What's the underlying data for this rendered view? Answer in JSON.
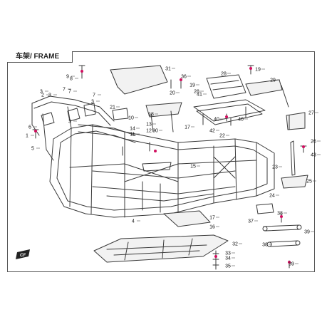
{
  "title": "车架/ FRAME",
  "colors": {
    "line": "#3a3a3a",
    "accent": "#d10f5f",
    "fill": "#f2f2f2"
  },
  "logo": "CF",
  "callouts": [
    {
      "label": "1"
    },
    {
      "label": "2"
    },
    {
      "label": "3"
    },
    {
      "label": "3"
    },
    {
      "label": "3"
    },
    {
      "label": "3"
    },
    {
      "label": "4"
    },
    {
      "label": "5"
    },
    {
      "label": "6"
    },
    {
      "label": "7"
    },
    {
      "label": "7"
    },
    {
      "label": "7"
    },
    {
      "label": "8"
    },
    {
      "label": "9"
    },
    {
      "label": "10"
    },
    {
      "label": "11"
    },
    {
      "label": "12"
    },
    {
      "label": "13"
    },
    {
      "label": "14"
    },
    {
      "label": "15"
    },
    {
      "label": "16"
    },
    {
      "label": "17"
    },
    {
      "label": "17"
    },
    {
      "label": "18"
    },
    {
      "label": "19"
    },
    {
      "label": "19"
    },
    {
      "label": "20"
    },
    {
      "label": "21"
    },
    {
      "label": "22"
    },
    {
      "label": "23"
    },
    {
      "label": "24"
    },
    {
      "label": "25"
    },
    {
      "label": "26"
    },
    {
      "label": "27"
    },
    {
      "label": "28"
    },
    {
      "label": "28"
    },
    {
      "label": "29"
    },
    {
      "label": "30"
    },
    {
      "label": "31"
    },
    {
      "label": "32"
    },
    {
      "label": "33"
    },
    {
      "label": "34"
    },
    {
      "label": "35"
    },
    {
      "label": "36"
    },
    {
      "label": "37"
    },
    {
      "label": "38"
    },
    {
      "label": "38"
    },
    {
      "label": "39"
    },
    {
      "label": "39"
    },
    {
      "label": "40"
    },
    {
      "label": "40"
    },
    {
      "label": "41"
    },
    {
      "label": "42"
    },
    {
      "label": "43"
    }
  ]
}
